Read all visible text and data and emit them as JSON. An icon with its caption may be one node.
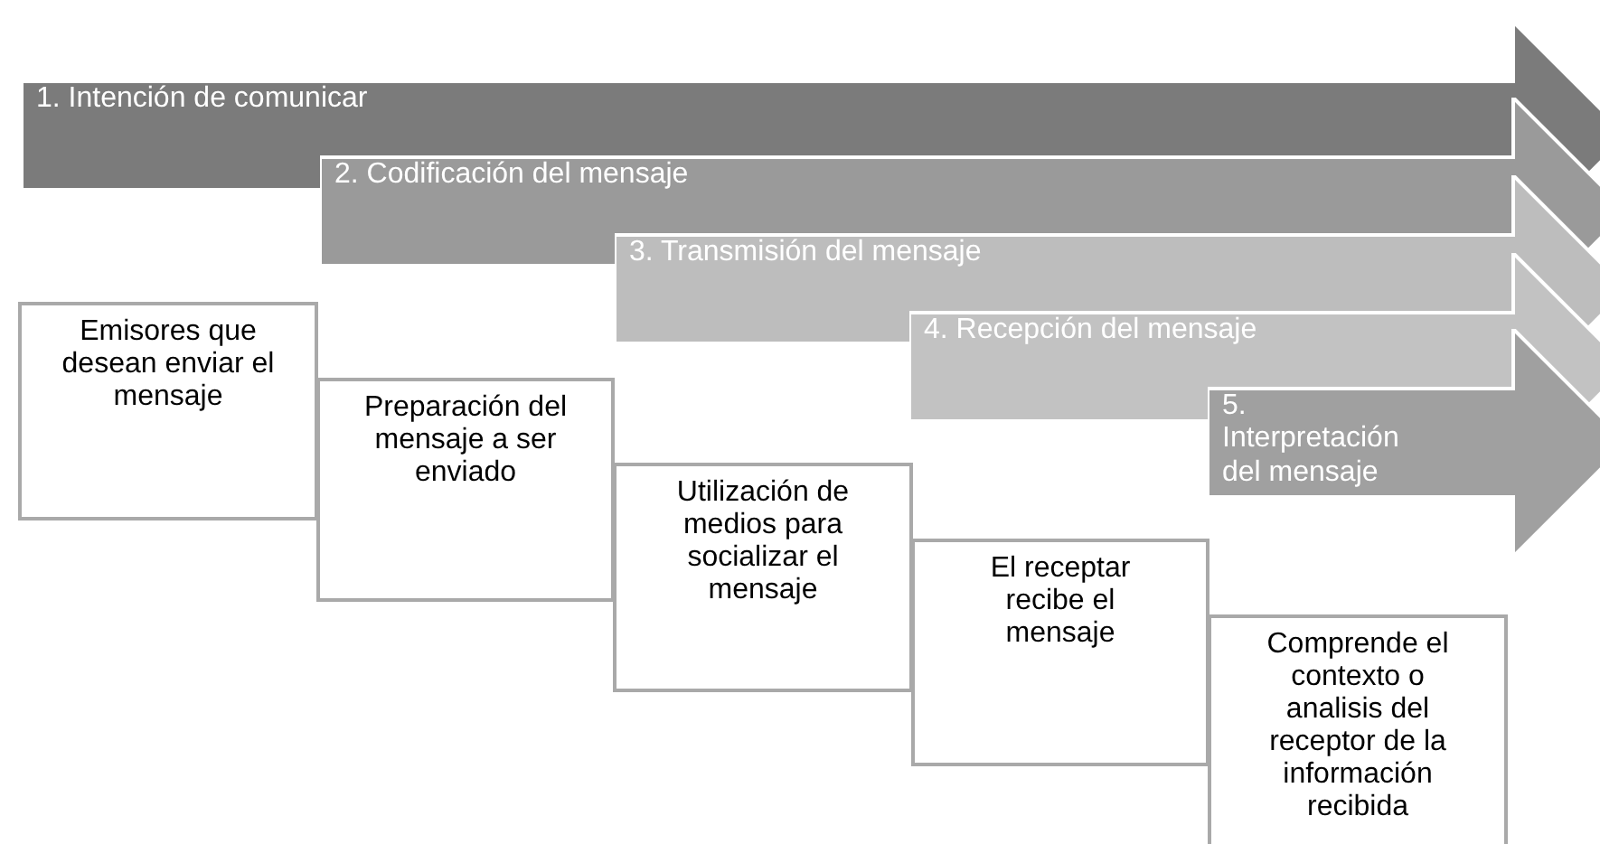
{
  "diagram": {
    "nodes": [
      {
        "text": [
          "1. Intención de comunicar"
        ]
      },
      {
        "text": [
          "2. Codificación del mensaje"
        ]
      },
      {
        "text": [
          "3. Transmisión del mensaje"
        ]
      },
      {
        "text": [
          "4. Recepción del mensaje"
        ]
      },
      {
        "text": [
          "5. Interpretación del mensaje"
        ]
      },
      {
        "text": [
          "Emisores que desean enviar el mensaje"
        ]
      },
      {
        "text": [
          "Preparación del mensaje a ser enviado"
        ]
      },
      {
        "text": [
          "Utilización de medios para socializar el mensaje"
        ]
      },
      {
        "text": [
          "El receptar recibe el mensaje"
        ]
      },
      {
        "text": [
          "Comprende el contexto o analisis del receptor de la información recibida"
        ]
      }
    ]
  }
}
